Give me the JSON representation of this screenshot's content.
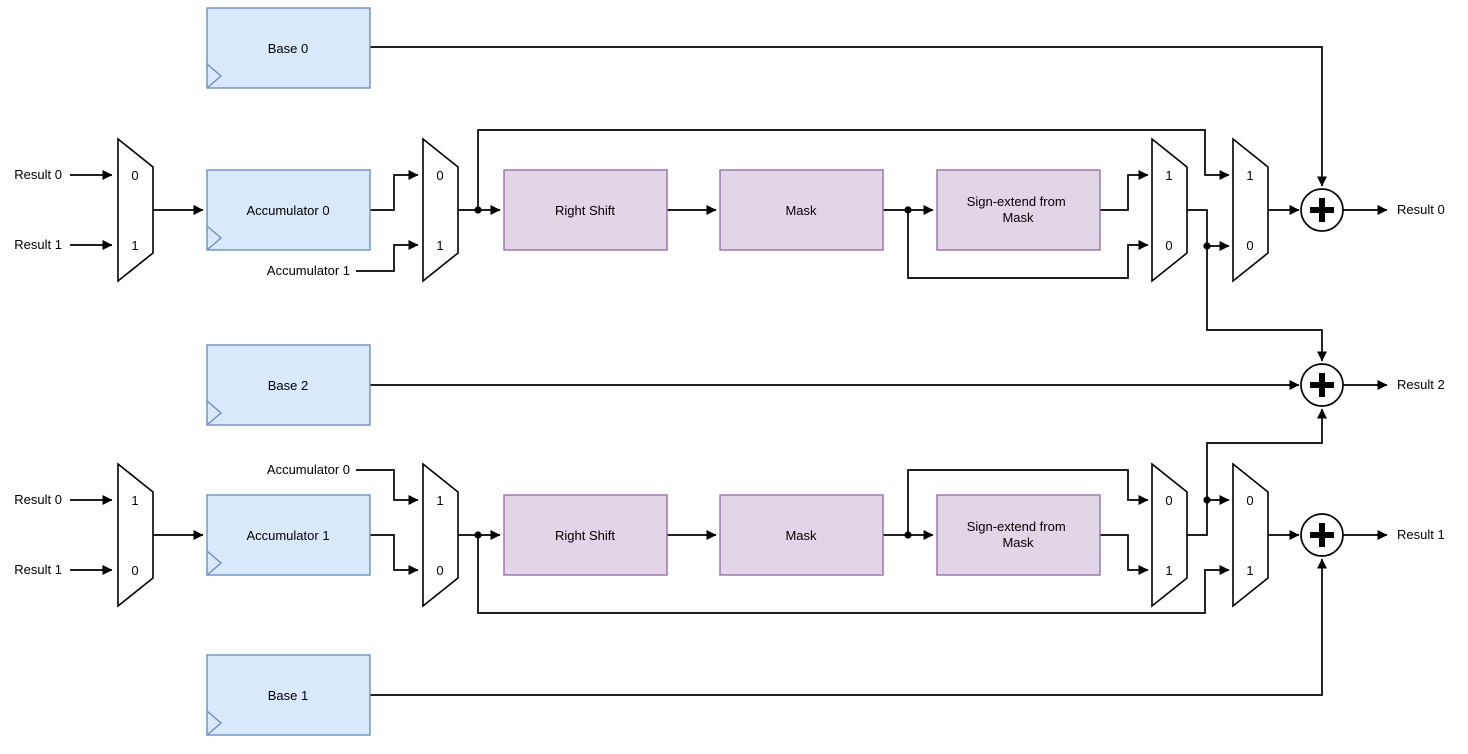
{
  "diagram": {
    "icons": {
      "adder": "plus-in-circle",
      "clock": "clock-edge-chevron"
    },
    "colors": {
      "register_fill": "#dae8fc",
      "register_stroke": "#6c8ebf",
      "op_fill": "#e1d5e7",
      "op_stroke": "#9673a6",
      "wire": "#000000",
      "background": "#ffffff"
    },
    "lanes": [
      {
        "inputs": [
          "Result 0",
          "Result 1"
        ],
        "input_mux_ports": [
          "0",
          "1"
        ],
        "accumulator": "Accumulator 0",
        "cross_feed_label": "Accumulator 1",
        "acc_mux_ports": [
          "0",
          "1"
        ],
        "ops": [
          "Right Shift",
          "Mask"
        ],
        "sign_extend_lines": [
          "Sign-extend from",
          "Mask"
        ],
        "se_mux_ports": [
          "1",
          "0"
        ],
        "out_mux_ports": [
          "1",
          "0"
        ],
        "base": "Base 0",
        "output": "Result 0"
      },
      {
        "inputs": [
          "Result 0",
          "Result 1"
        ],
        "input_mux_ports": [
          "1",
          "0"
        ],
        "accumulator": "Accumulator 1",
        "cross_feed_label": "Accumulator 0",
        "acc_mux_ports": [
          "1",
          "0"
        ],
        "ops": [
          "Right Shift",
          "Mask"
        ],
        "sign_extend_lines": [
          "Sign-extend from",
          "Mask"
        ],
        "se_mux_ports": [
          "0",
          "1"
        ],
        "out_mux_ports": [
          "0",
          "1"
        ],
        "base": "Base 1",
        "output": "Result 1"
      }
    ],
    "middle": {
      "base": "Base 2",
      "output": "Result 2"
    }
  }
}
